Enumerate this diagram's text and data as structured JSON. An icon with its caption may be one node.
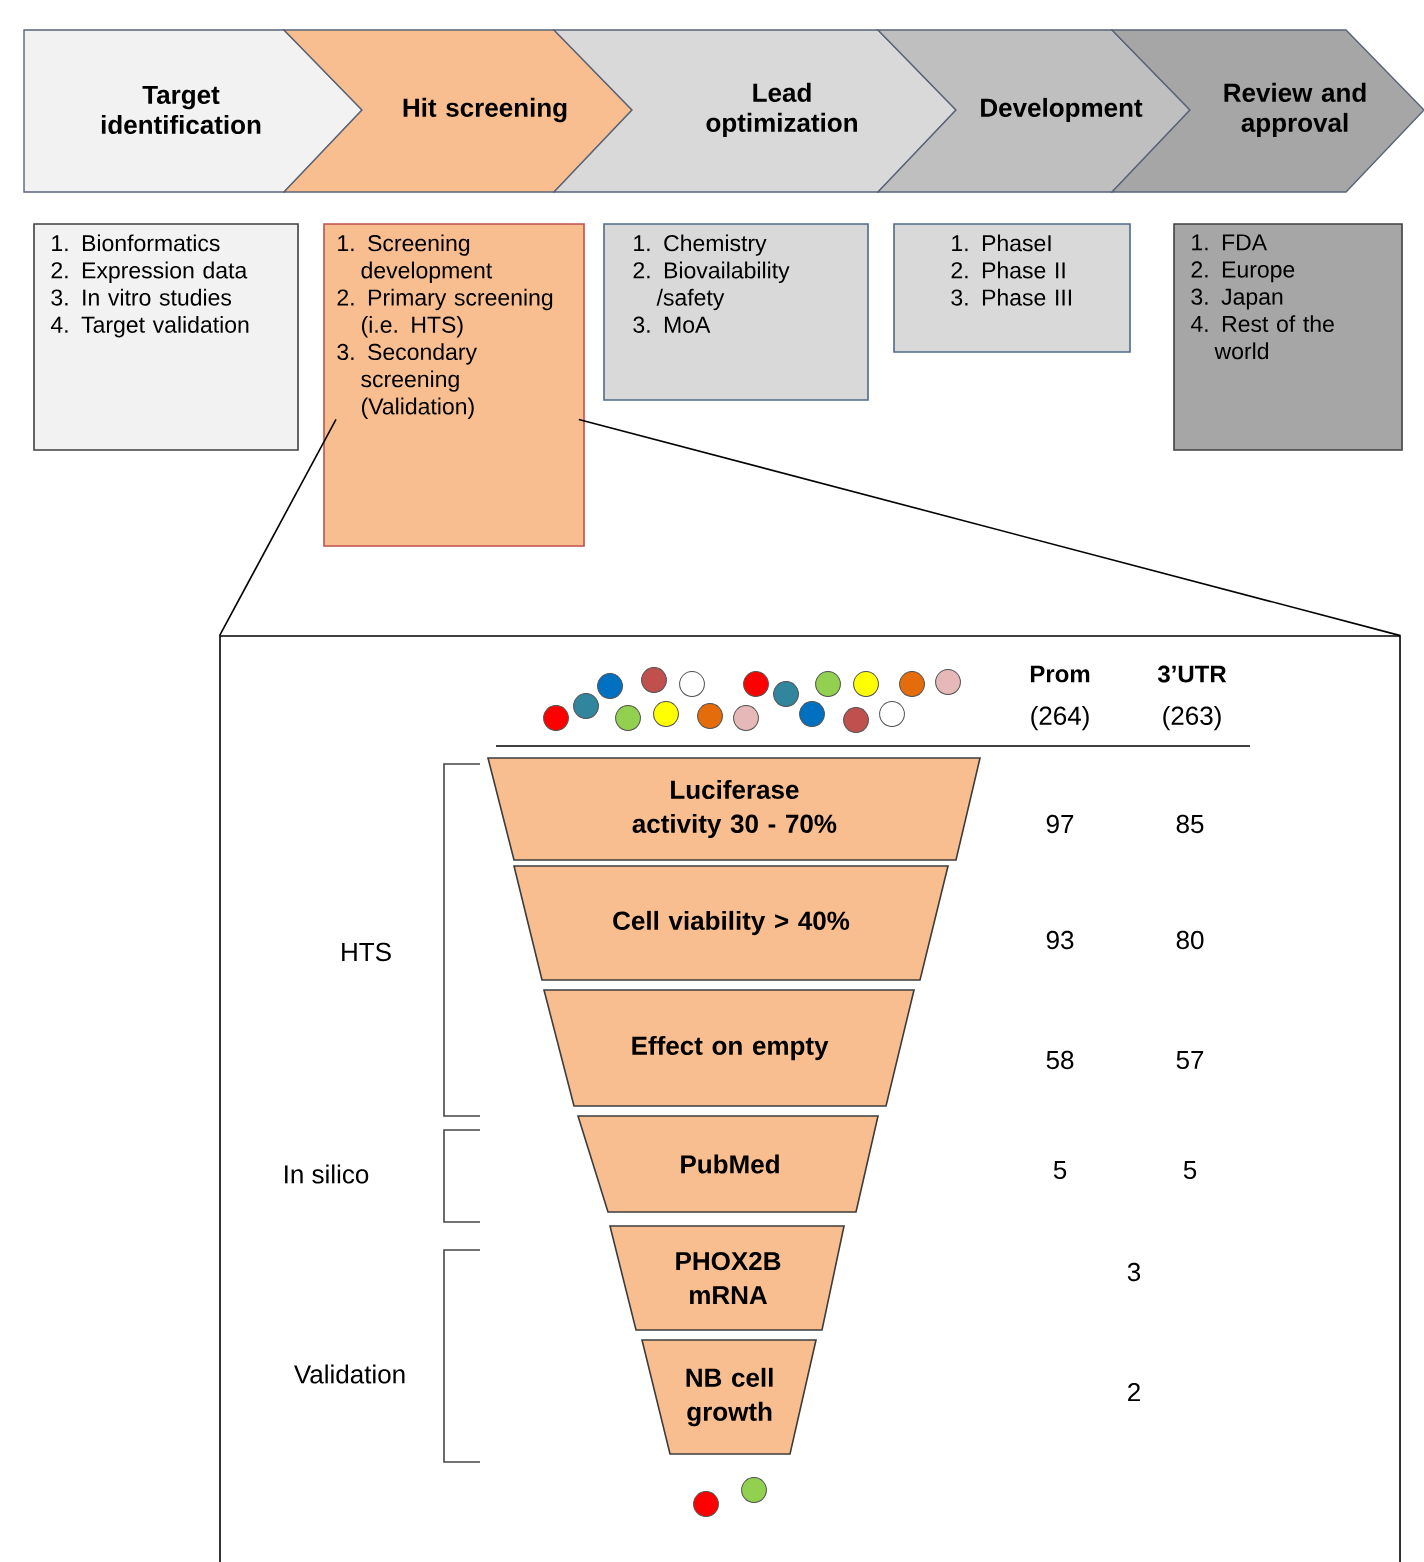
{
  "diagram": {
    "nodes": [
      {
        "text": [
          "Target identification"
        ]
      },
      {
        "text": [
          "Hit screening"
        ]
      },
      {
        "text": [
          "Lead optimization"
        ]
      },
      {
        "text": [
          "Development"
        ]
      },
      {
        "text": [
          "Review and approval"
        ]
      },
      {
        "text": [
          "1. Bionformatics",
          "2. Expression data",
          "3. In vitro studies",
          "4. Target validation"
        ]
      },
      {
        "text": [
          "1. Screening development",
          "2. Primary screening (i.e. HTS)",
          "3. Secondary screening (Validation)"
        ]
      },
      {
        "text": [
          "1. Chemistry",
          "2. Biovailability /safety",
          "3. MoA"
        ]
      },
      {
        "text": [
          "1. PhaseI",
          "2. Phase II",
          "3. Phase III"
        ]
      },
      {
        "text": [
          "1. FDA",
          "2. Europe",
          "3. Japan",
          "4. Rest of the world"
        ]
      },
      {
        "text": [],
        "shape": "box"
      },
      {
        "text": [
          "Luciferase activity 30 - 70%"
        ],
        "in": 10
      },
      {
        "text": [
          "Cell viability > 40%"
        ],
        "in": 10
      },
      {
        "text": [
          "Effect on empty"
        ],
        "in": 10
      },
      {
        "text": [
          "PubMed"
        ],
        "in": 10
      },
      {
        "text": [
          "PHOX2B mRNA"
        ],
        "in": 10
      },
      {
        "text": [
          "NB cell growth"
        ],
        "in": 10
      }
    ],
    "edges": [
      {
        "from": 6,
        "to": 10,
        "arrow": "none"
      },
      {
        "from": 6,
        "to": 10,
        "arrow": "none"
      }
    ],
    "labels": [
      "Prom",
      "3’UTR",
      "(264)",
      "(263)",
      "97",
      "85",
      "HTS",
      "93",
      "80",
      "58",
      "57",
      "In silico",
      "5",
      "5",
      "3",
      "Validation",
      "2"
    ]
  }
}
